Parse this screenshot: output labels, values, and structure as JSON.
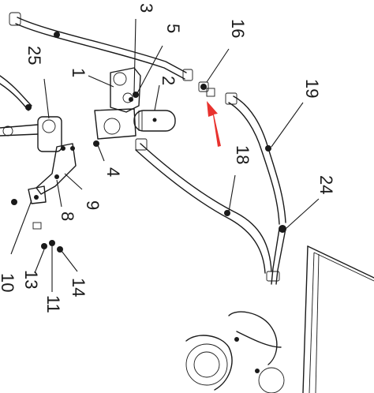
{
  "callouts": [
    {
      "id": "3",
      "text": "3"
    },
    {
      "id": "5",
      "text": "5"
    },
    {
      "id": "16",
      "text": "16"
    },
    {
      "id": "1",
      "text": "1"
    },
    {
      "id": "2",
      "text": "2"
    },
    {
      "id": "25",
      "text": "25"
    },
    {
      "id": "19",
      "text": "19"
    },
    {
      "id": "4",
      "text": "4"
    },
    {
      "id": "18",
      "text": "18"
    },
    {
      "id": "9",
      "text": "9"
    },
    {
      "id": "8",
      "text": "8"
    },
    {
      "id": "24",
      "text": "24"
    },
    {
      "id": "10",
      "text": "10"
    },
    {
      "id": "13",
      "text": "13"
    },
    {
      "id": "11",
      "text": "11"
    },
    {
      "id": "14",
      "text": "14"
    }
  ],
  "colors": {
    "line": "#1a1a1a",
    "arrow": "#e8322e",
    "background": "#ffffff"
  },
  "icons": {
    "indicator": "red-arrow-icon"
  }
}
